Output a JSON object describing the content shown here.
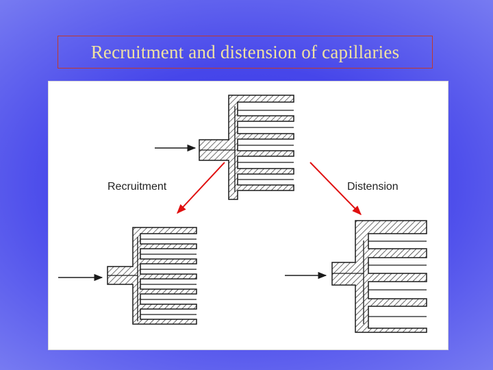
{
  "slide": {
    "title": "Recruitment and distension of capillaries"
  },
  "figure": {
    "label_recruitment": "Recruitment",
    "label_distension": "Distension",
    "colors": {
      "wall": "#1a1a1a",
      "hatch": "#1a1a1a",
      "flow_arrow": "#1a1a1a",
      "transition_arrow": "#e01010",
      "panel": "#ffffff"
    }
  }
}
